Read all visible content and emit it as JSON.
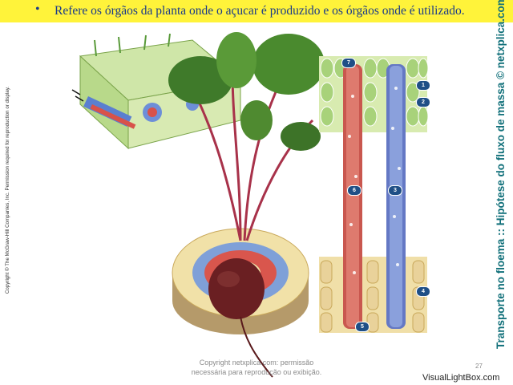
{
  "header": {
    "bullet": "•",
    "text": "Refere os órgãos da planta onde o açucar é produzido e os órgãos onde é utilizado."
  },
  "side": {
    "copyright": "Copyright © The McGraw-Hill Companies, Inc. Permission required for reproduction or display.",
    "title": "Transporte no floema :: Hipótese do fluxo de massa © netxplica.com"
  },
  "footer": {
    "line1": "Copyright netxplica.com: permissão",
    "line2": "necessária para reprodução ou exibição.",
    "page_number": "27",
    "watermark": "VisualLightBox.com"
  },
  "markers": {
    "m1": "1",
    "m2": "2",
    "m3": "3",
    "m4": "4",
    "m5": "5",
    "m6": "6",
    "m7": "7"
  },
  "colors": {
    "header_bg": "#fff33a",
    "text_blue": "#1a3a8a",
    "side_title": "#11707a",
    "marker": "#1f4f86"
  }
}
